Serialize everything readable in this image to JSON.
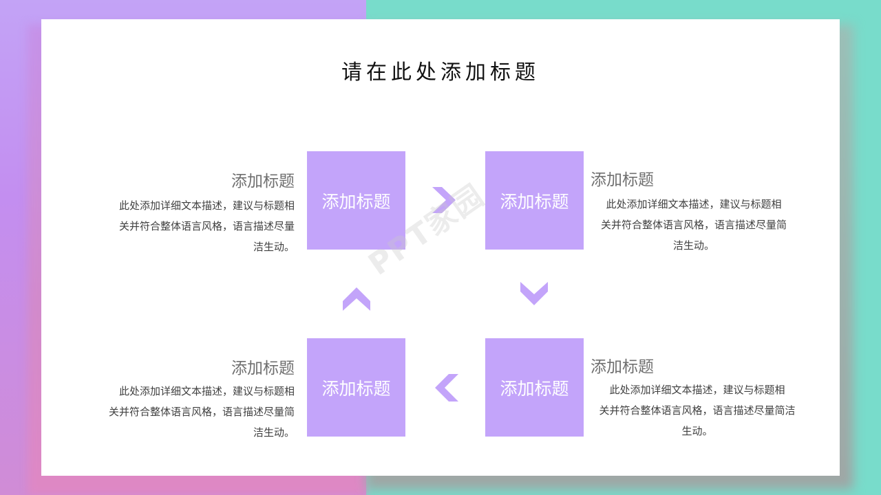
{
  "colors": {
    "accent": "#c3a4fa",
    "bg_left": "#c38ef0",
    "bg_right": "#78dccb"
  },
  "slide": {
    "title": "请在此处添加标题",
    "boxes": [
      "添加标题",
      "添加标题",
      "添加标题",
      "添加标题"
    ],
    "blocks": {
      "top_left": {
        "heading": "添加标题",
        "text": "此处添加详细文本描述，建议与标题相\n关并符合整体语言风格，语言描述尽量\n洁生动。"
      },
      "top_right": {
        "heading": "添加标题",
        "text": "此处添加详细文本描述，建议与标题相\n关并符合整体语言风格，语言描述尽量简\n洁生动。"
      },
      "bottom_left": {
        "heading": "添加标题",
        "text": "此处添加详细文本描述，建议与标题相\n关并符合整体语言风格，语言描述尽量简\n洁生动。"
      },
      "bottom_right": {
        "heading": "添加标题",
        "text": "此处添加详细文本描述，建议与标题相\n关并符合整体语言风格，语言描述尽量简洁\n生动。"
      }
    },
    "arrows": [
      "chevron-right-icon",
      "chevron-down-icon",
      "chevron-left-icon",
      "chevron-up-icon"
    ],
    "watermark": "PPT家园"
  }
}
